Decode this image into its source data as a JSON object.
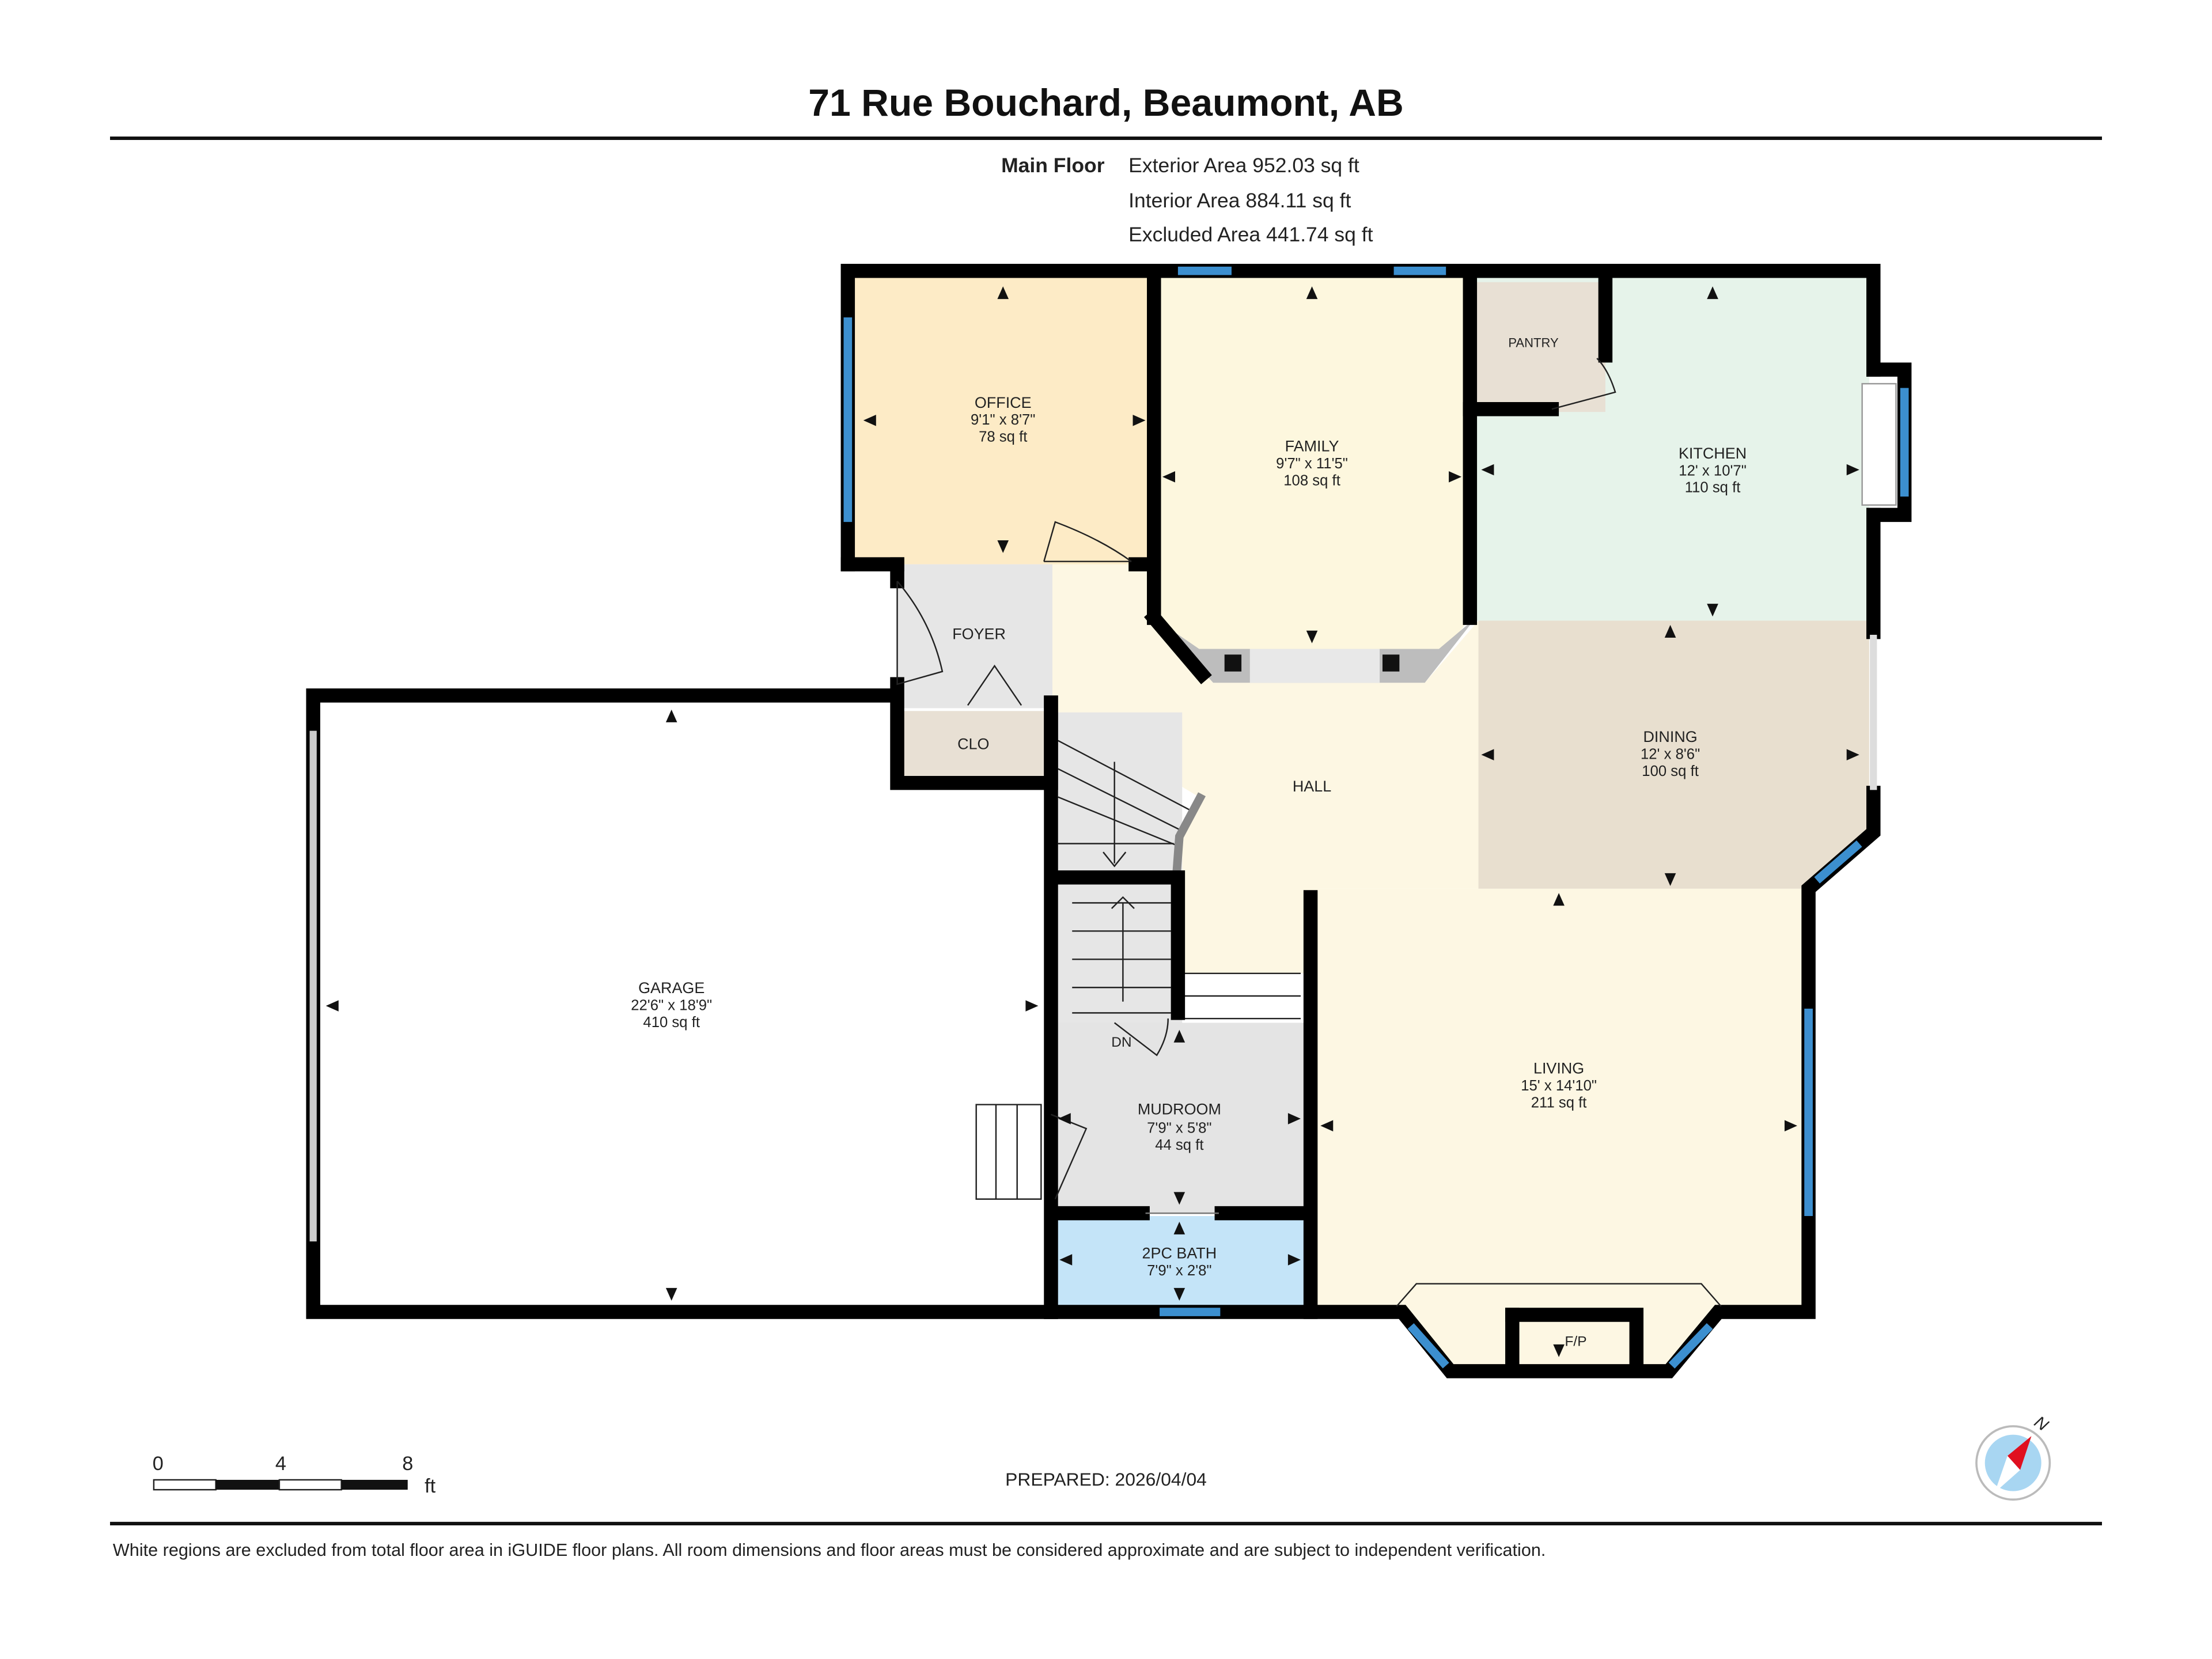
{
  "header": {
    "title": "71 Rue Bouchard, Beaumont, AB",
    "floor_label": "Main Floor",
    "exterior_area": "Exterior Area 952.03 sq ft",
    "interior_area": "Interior Area 884.11 sq ft",
    "excluded_area": "Excluded Area 441.74 sq ft"
  },
  "rooms": {
    "office": {
      "name": "OFFICE",
      "dims": "9'1\" x 8'7\"",
      "area": "78 sq ft"
    },
    "family": {
      "name": "FAMILY",
      "dims": "9'7\" x 11'5\"",
      "area": "108 sq ft"
    },
    "pantry": {
      "name": "PANTRY"
    },
    "kitchen": {
      "name": "KITCHEN",
      "dims": "12' x 10'7\"",
      "area": "110 sq ft"
    },
    "foyer": {
      "name": "FOYER"
    },
    "clo": {
      "name": "CLO"
    },
    "hall": {
      "name": "HALL"
    },
    "dining": {
      "name": "DINING",
      "dims": "12' x 8'6\"",
      "area": "100 sq ft"
    },
    "garage": {
      "name": "GARAGE",
      "dims": "22'6\" x 18'9\"",
      "area": "410 sq ft"
    },
    "living": {
      "name": "LIVING",
      "dims": "15' x 14'10\"",
      "area": "211 sq ft"
    },
    "mudroom": {
      "name": "MUDROOM",
      "dims": "7'9\" x 5'8\"",
      "area": "44 sq ft"
    },
    "bath": {
      "name": "2PC BATH",
      "dims": "7'9\" x 2'8\""
    },
    "stairs_dn": "DN",
    "fireplace": "F/P"
  },
  "colors": {
    "office": "#fdebc6",
    "family": "#fdf7de",
    "hall": "#fdf7e3",
    "kitchen": "#e6f3ea",
    "dining": "#e8dfcf",
    "pantry": "#e8e0d4",
    "grey_room": "#e4e4e4",
    "bath": "#c4e4f8",
    "window": "#3c8fcf"
  },
  "scale_bar": {
    "ticks": [
      "0",
      "4",
      "8"
    ],
    "unit": "ft"
  },
  "prepared": "PREPARED: 2026/04/04",
  "compass": {
    "label": "N",
    "icon": "compass-icon"
  },
  "footer": "White regions are excluded from total floor area in iGUIDE floor plans. All room dimensions and floor areas must be considered approximate and are subject to independent verification."
}
